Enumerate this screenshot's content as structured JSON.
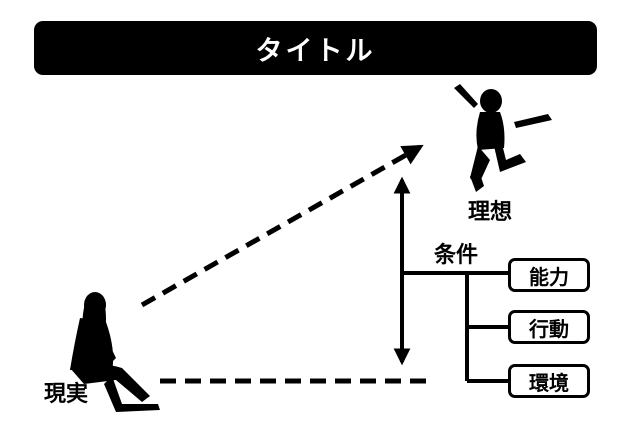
{
  "title": "タイトル",
  "labels": {
    "reality": "現実",
    "ideal": "理想",
    "conditions": "条件"
  },
  "condition_items": [
    "能力",
    "行動",
    "環境"
  ],
  "icons": {
    "reality_figure": "sitting-woman-silhouette-icon",
    "ideal_figure": "jumping-woman-silhouette-icon"
  },
  "colors": {
    "ink": "#000000",
    "background": "#ffffff",
    "title_text": "#ffffff"
  }
}
